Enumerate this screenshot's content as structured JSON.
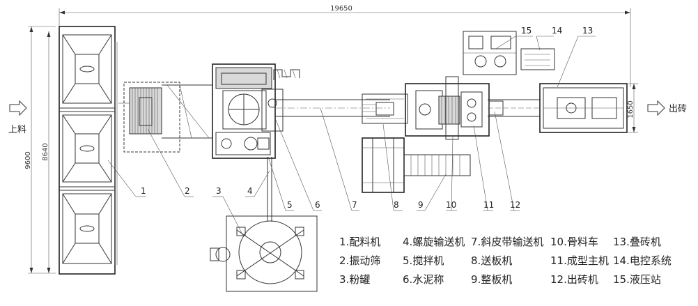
{
  "dimensions": {
    "total_length": "19650",
    "total_width": "9600",
    "width_inner": "8640",
    "outlet_width": "1650"
  },
  "direction_labels": {
    "input": "上料",
    "output": "出砖"
  },
  "callouts": [
    "1",
    "2",
    "3",
    "4",
    "5",
    "6",
    "7",
    "8",
    "9",
    "10",
    "11",
    "12",
    "13",
    "14",
    "15"
  ],
  "legend": [
    {
      "num": "1.",
      "name": "配料机"
    },
    {
      "num": "2.",
      "name": "振动筛"
    },
    {
      "num": "3.",
      "name": "粉罐"
    },
    {
      "num": "4.",
      "name": "螺旋输送机"
    },
    {
      "num": "5.",
      "name": "搅拌机"
    },
    {
      "num": "6.",
      "name": "水泥称"
    },
    {
      "num": "7.",
      "name": "斜皮带输送机"
    },
    {
      "num": "8.",
      "name": "送板机"
    },
    {
      "num": "9.",
      "name": "整板机"
    },
    {
      "num": "10.",
      "name": "骨料车"
    },
    {
      "num": "11.",
      "name": "成型主机"
    },
    {
      "num": "12.",
      "name": "出砖机"
    },
    {
      "num": "13.",
      "name": "叠砖机"
    },
    {
      "num": "14.",
      "name": "电控系统"
    },
    {
      "num": "15.",
      "name": "液压站"
    }
  ]
}
